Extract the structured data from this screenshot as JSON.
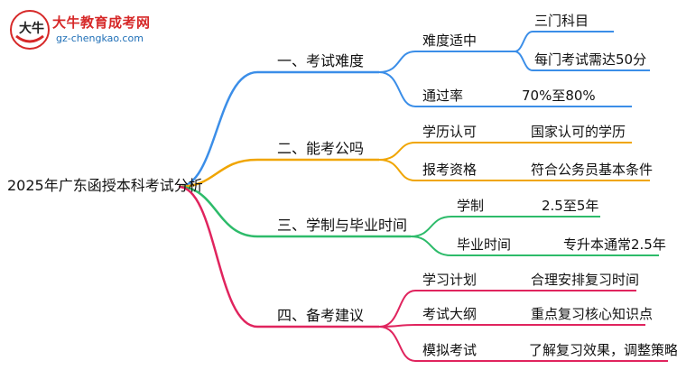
{
  "logo": {
    "title": "大牛教育成考网",
    "url": "gz-chengkao.com",
    "badge_text": "大牛"
  },
  "root": {
    "label": "2025年广东函授本科考试分析"
  },
  "branches": [
    {
      "label": "一、考试难度",
      "color": "#3b8ee8",
      "children": [
        {
          "label": "难度适中",
          "leaves": [
            "三门科目",
            "每门考试需达50分"
          ]
        },
        {
          "label": "通过率",
          "leaves": [
            "70%至80%"
          ]
        }
      ]
    },
    {
      "label": "二、能考公吗",
      "color": "#f0a500",
      "children": [
        {
          "label": "学历认可",
          "leaves": [
            "国家认可的学历"
          ]
        },
        {
          "label": "报考资格",
          "leaves": [
            "符合公务员基本条件"
          ]
        }
      ]
    },
    {
      "label": "三、学制与毕业时间",
      "color": "#2dbb6a",
      "children": [
        {
          "label": "学制",
          "leaves": [
            "2.5至5年"
          ]
        },
        {
          "label": "毕业时间",
          "leaves": [
            "专升本通常2.5年"
          ]
        }
      ]
    },
    {
      "label": "四、备考建议",
      "color": "#e0245e",
      "children": [
        {
          "label": "学习计划",
          "leaves": [
            "合理安排复习时间"
          ]
        },
        {
          "label": "考试大纲",
          "leaves": [
            "重点复习核心知识点"
          ]
        },
        {
          "label": "模拟考试",
          "leaves": [
            "了解复习效果，调整策略"
          ]
        }
      ]
    }
  ]
}
